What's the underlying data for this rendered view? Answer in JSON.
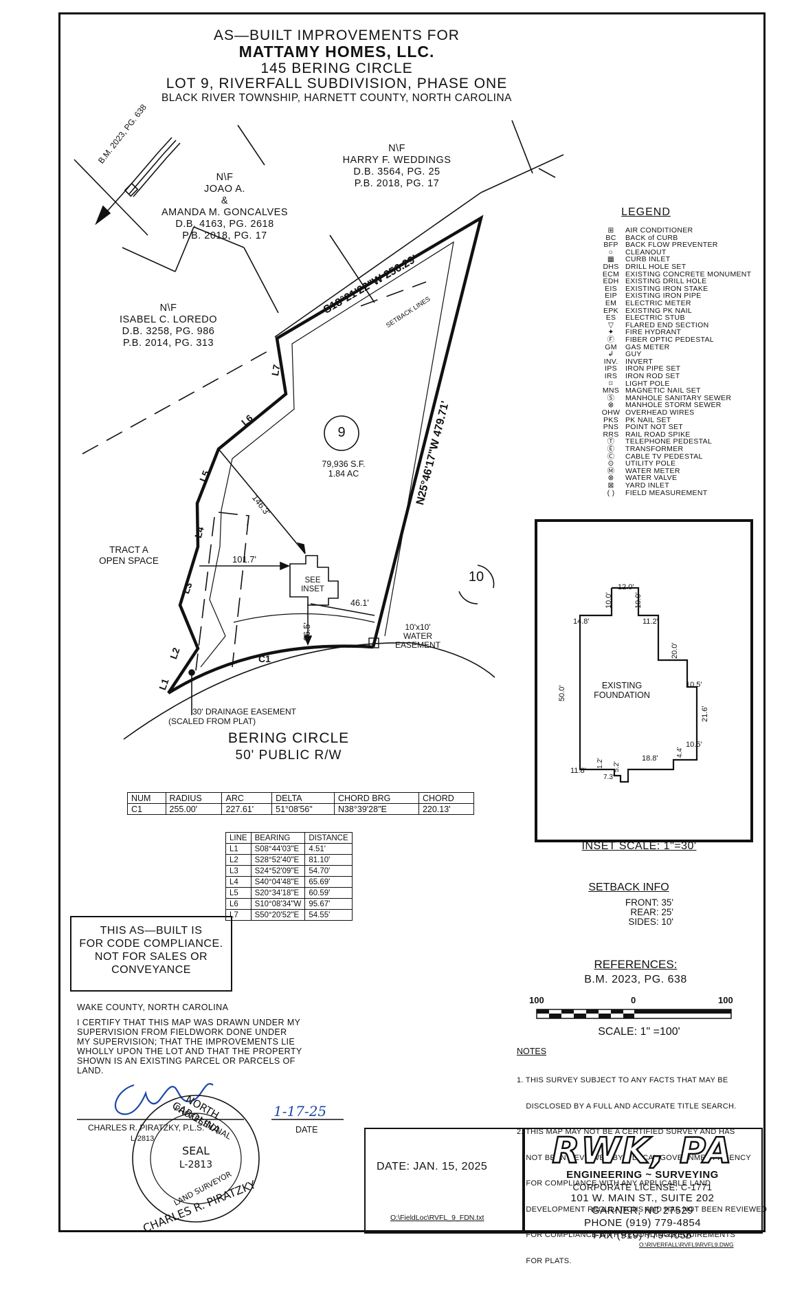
{
  "header": {
    "line1": "AS—BUILT IMPROVEMENTS FOR",
    "line2": "MATTAMY HOMES, LLC.",
    "line3": "145 BERING CIRCLE",
    "line4": "LOT 9, RIVERFALL SUBDIVISION, PHASE ONE",
    "line5": "BLACK RIVER TOWNSHIP, HARNETT COUNTY, NORTH CAROLINA"
  },
  "bm_ref": "B.M. 2023, PG. 638",
  "neighbors": {
    "goncalves": [
      "N\\F",
      "JOAO A.",
      "&",
      "AMANDA M. GONCALVES",
      "D.B. 4163, PG. 2618",
      "P.B. 2018, PG. 17"
    ],
    "weddings": [
      "N\\F",
      "HARRY F. WEDDINGS",
      "D.B. 3564, PG. 25",
      "P.B. 2018, PG. 17"
    ],
    "loredo": [
      "N\\F",
      "ISABEL C. LOREDO",
      "D.B. 3258, PG. 986",
      "P.B. 2014, PG. 313"
    ]
  },
  "plat": {
    "bearing_rear": "S18°21'22\"W  256.29'",
    "bearing_side": "N25°46'17\"W  479.71'",
    "setback_lines": "SETBACK LINES",
    "lot_number": "9",
    "area_sf": "79,936 S.F.",
    "area_ac": "1.84 AC",
    "lot_10": "10",
    "dim_146": "146.3'",
    "dim_101": "101.7'",
    "dim_46": "46.1'",
    "dim_36": "36.5'",
    "see_inset": [
      "SEE",
      "INSET"
    ],
    "tract_a": [
      "TRACT A",
      "OPEN SPACE"
    ],
    "water_easement": [
      "10'x10'",
      "WATER",
      "EASEMENT"
    ],
    "drainage": [
      "30' DRAINAGE EASEMENT",
      "(SCALED FROM PLAT)"
    ],
    "street_name": "BERING CIRCLE",
    "street_rw": "50' PUBLIC R/W",
    "line_labels": [
      "L1",
      "L2",
      "L3",
      "L4",
      "L5",
      "L6",
      "L7",
      "C1"
    ]
  },
  "legend": {
    "title": "LEGEND",
    "items": [
      {
        "code": "⊞",
        "desc": "AIR CONDITIONER"
      },
      {
        "code": "BC",
        "desc": "BACK of CURB"
      },
      {
        "code": "BFP",
        "desc": "BACK FLOW PREVENTER"
      },
      {
        "code": "○",
        "desc": "CLEANOUT"
      },
      {
        "code": "▦",
        "desc": "CURB INLET"
      },
      {
        "code": "DHS",
        "desc": "DRILL HOLE SET"
      },
      {
        "code": "ECM",
        "desc": "EXISTING CONCRETE MONUMENT"
      },
      {
        "code": "EDH",
        "desc": "EXISTING DRILL HOLE"
      },
      {
        "code": "EIS",
        "desc": "EXISTING IRON STAKE"
      },
      {
        "code": "EIP",
        "desc": "EXISTING IRON PIPE"
      },
      {
        "code": "EM",
        "desc": "ELECTRIC METER"
      },
      {
        "code": "EPK",
        "desc": "EXISTING PK NAIL"
      },
      {
        "code": "ES",
        "desc": "ELECTRIC STUB"
      },
      {
        "code": "▽",
        "desc": "FLARED END SECTION"
      },
      {
        "code": "✦",
        "desc": "FIRE HYDRANT"
      },
      {
        "code": "Ⓕ",
        "desc": "FIBER OPTIC PEDESTAL"
      },
      {
        "code": "GM",
        "desc": "GAS METER"
      },
      {
        "code": "↲",
        "desc": "GUY"
      },
      {
        "code": "INV.",
        "desc": "INVERT"
      },
      {
        "code": "IPS",
        "desc": "IRON PIPE SET"
      },
      {
        "code": "IRS",
        "desc": "IRON ROD SET"
      },
      {
        "code": "⌑",
        "desc": "LIGHT POLE"
      },
      {
        "code": "MNS",
        "desc": "MAGNETIC NAIL SET"
      },
      {
        "code": "Ⓢ",
        "desc": "MANHOLE SANITARY SEWER"
      },
      {
        "code": "⊗",
        "desc": "MANHOLE STORM SEWER"
      },
      {
        "code": "OHW",
        "desc": "OVERHEAD WIRES"
      },
      {
        "code": "PKS",
        "desc": "PK NAIL SET"
      },
      {
        "code": "PNS",
        "desc": "POINT NOT SET"
      },
      {
        "code": "RRS",
        "desc": "RAIL ROAD SPIKE"
      },
      {
        "code": "Ⓣ",
        "desc": "TELEPHONE PEDESTAL"
      },
      {
        "code": "Ⓔ",
        "desc": "TRANSFORMER"
      },
      {
        "code": "Ⓒ",
        "desc": "CABLE TV PEDESTAL"
      },
      {
        "code": "⊙",
        "desc": "UTILITY POLE"
      },
      {
        "code": "Ⓜ",
        "desc": "WATER METER"
      },
      {
        "code": "⊗",
        "desc": "WATER VALVE"
      },
      {
        "code": "⊠",
        "desc": "YARD INLET"
      },
      {
        "code": "(  )",
        "desc": "FIELD MEASUREMENT"
      }
    ]
  },
  "inset": {
    "label": "EXISTING FOUNDATION",
    "scale": "INSET SCALE: 1\"=30'",
    "dims": {
      "d12": "12.0'",
      "d10a": "10.0'",
      "d10b": "10.0'",
      "d148": "14.8'",
      "d112": "11.2'",
      "d20": "20.0'",
      "d105a": "10.5'",
      "d50": "50.0'",
      "d216": "21.6'",
      "d105b": "10.5'",
      "d44": "4.4'",
      "d188": "18.8'",
      "d52": "5.2'",
      "d73": "7.3'",
      "d12b": "1.2'",
      "d118": "11.8'"
    }
  },
  "curve_table": {
    "headers": [
      "NUM",
      "RADIUS",
      "ARC",
      "DELTA",
      "CHORD BRG",
      "CHORD"
    ],
    "rows": [
      [
        "C1",
        "255.00'",
        "227.61'",
        "51°08'56\"",
        "N38°39'28\"E",
        "220.13'"
      ]
    ]
  },
  "line_table": {
    "headers": [
      "LINE",
      "BEARING",
      "DISTANCE"
    ],
    "rows": [
      [
        "L1",
        "S08°44'03\"E",
        "4.51'"
      ],
      [
        "L2",
        "S28°52'40\"E",
        "81.10'"
      ],
      [
        "L3",
        "S24°52'09\"E",
        "54.70'"
      ],
      [
        "L4",
        "S40°04'48\"E",
        "65.69'"
      ],
      [
        "L5",
        "S20°34'18\"E",
        "60.59'"
      ],
      [
        "L6",
        "S10°08'34\"W",
        "95.67'"
      ],
      [
        "L7",
        "S50°20'52\"E",
        "54.55'"
      ]
    ]
  },
  "asbuilt_note": [
    "THIS AS—BUILT IS",
    "FOR CODE COMPLIANCE.",
    "NOT FOR SALES OR",
    "CONVEYANCE"
  ],
  "setback": {
    "title": "SETBACK INFO",
    "front": "FRONT: 35'",
    "rear": "REAR: 25'",
    "sides": "SIDES: 10'"
  },
  "references": {
    "title": "REFERENCES:",
    "value": "B.M. 2023, PG. 638"
  },
  "scale_bar": {
    "left": "100",
    "mid": "0",
    "right": "100",
    "label": "SCALE:  1\" =100'"
  },
  "certification": {
    "county": "WAKE COUNTY, NORTH CAROLINA",
    "lines": [
      "I CERTIFY THAT THIS MAP WAS DRAWN UNDER MY",
      "SUPERVISION FROM FIELDWORK DONE UNDER",
      "MY SUPERVISION; THAT THE IMPROVEMENTS LIE",
      "WHOLLY UPON THE LOT AND THAT THE PROPERTY",
      "SHOWN IS AN EXISTING PARCEL OR PARCELS OF",
      "LAND."
    ],
    "surveyor": "CHARLES R. PIRATZKY, P.L.S.",
    "license": "L-2813",
    "date_label": "DATE",
    "signed_date": "1-17-25"
  },
  "seal": {
    "top": "NORTH CAROLINA",
    "mid1": "PROFESSIONAL",
    "seal": "SEAL",
    "num": "L-2813",
    "land": "LAND SURVEYOR",
    "bottom": "CHARLES R. PIRATZKY"
  },
  "notes": {
    "title": "NOTES",
    "lines": [
      "1. THIS SURVEY SUBJECT TO ANY FACTS THAT MAY BE",
      "    DISCLOSED BY A FULL AND ACCURATE TITLE SEARCH.",
      "2. THIS MAP MAY NOT BE A CERTIFIED SURVEY AND HAS",
      "    NOT BEEN REVIEWED BY A LOCAL GOVERNMENT AGENCY",
      "    FOR COMPLIANCE WITH ANY APPLICABLE LAND",
      "    DEVELOPMENT REGULATIONS AND HAS NOT BEEN REVIEWED",
      "    FOR COMPLIANCE WITH RECORDING REQUIREMENTS",
      "    FOR PLATS."
    ]
  },
  "title_block": {
    "date": "DATE:   JAN. 15, 2025",
    "file": "O:\\FieldLoc\\RVFL_9_FDN.txt",
    "logo": "RWK, PA",
    "firm_tagline": "ENGINEERING ~ SURVEYING",
    "license": "CORPORATE LICENSE: C-1771",
    "addr1": "101 W. MAIN ST., SUITE 202",
    "addr2": "GARNER, NC 27529",
    "phone": "PHONE (919) 779-4854",
    "fax": "FAX (919) 779-4056",
    "dwg": "O:\\RIVERFALL\\RVFL9\\RVFL9.DWG"
  }
}
